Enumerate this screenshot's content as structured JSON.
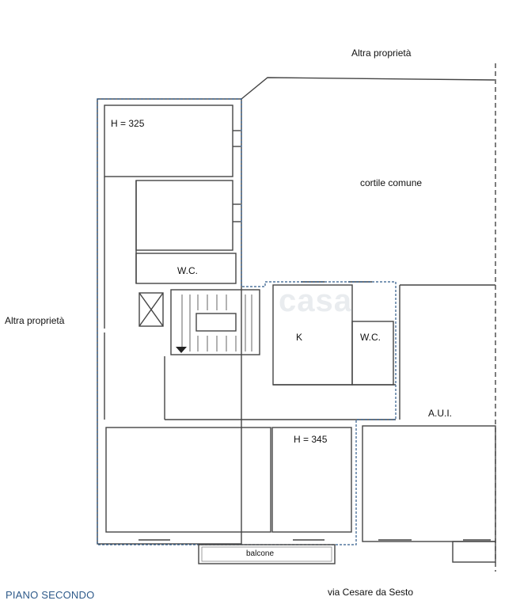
{
  "labels": {
    "top_neighbor": "Altra proprietà",
    "left_neighbor": "Altra proprietà",
    "courtyard": "cortile comune",
    "height_top": "H = 325",
    "wc_left": "W.C.",
    "kitchen": "K",
    "wc_right": "W.C.",
    "aui": "A.U.I.",
    "height_bottom": "H = 345",
    "balcony": "balcone",
    "street": "via Cesare da Sesto",
    "floor": "PIANO SECONDO",
    "watermark": "casa"
  },
  "colors": {
    "wall": "#444444",
    "outline": "#2e5a8a",
    "floor_label": "#2e5a8a"
  }
}
